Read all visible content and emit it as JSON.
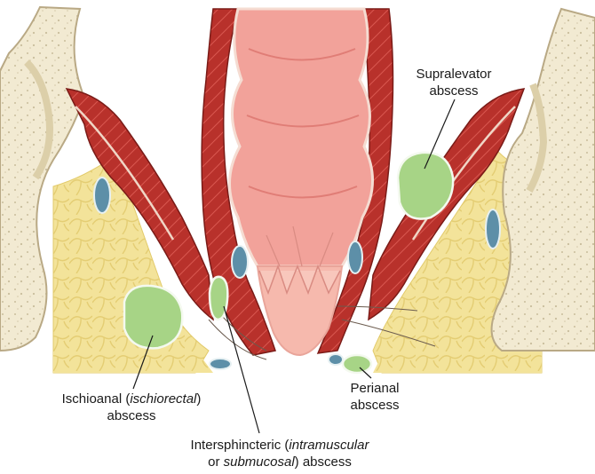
{
  "labels": {
    "supralevator": {
      "line1": "Supralevator",
      "line2": "abscess"
    },
    "ischioanal": {
      "line1_a": "Ischioanal (",
      "line1_em": "ischiorectal",
      "line1_b": ")",
      "line2": "abscess"
    },
    "perianal": {
      "line1": "Perianal",
      "line2": "abscess"
    },
    "intersphincteric": {
      "line1_a": "Intersphincteric (",
      "line1_em": "intramuscular",
      "line1_b": "",
      "line2_a": "or ",
      "line2_em": "submucosal",
      "line2_b": ") abscess"
    }
  },
  "colors": {
    "bone": "#f2ead2",
    "bone_dots": "#c9bd9c",
    "muscle": "#b8312b",
    "muscle_dark": "#8e1f1c",
    "mucosa": "#f2a29a",
    "mucosa_dark": "#e07d76",
    "fat": "#f3e39a",
    "fat_line": "#e8d277",
    "abscess": "#a7d486",
    "abscess_edge": "#6f9a53",
    "vessel": "#5d8fa8",
    "skin": "#f6b9ad"
  }
}
